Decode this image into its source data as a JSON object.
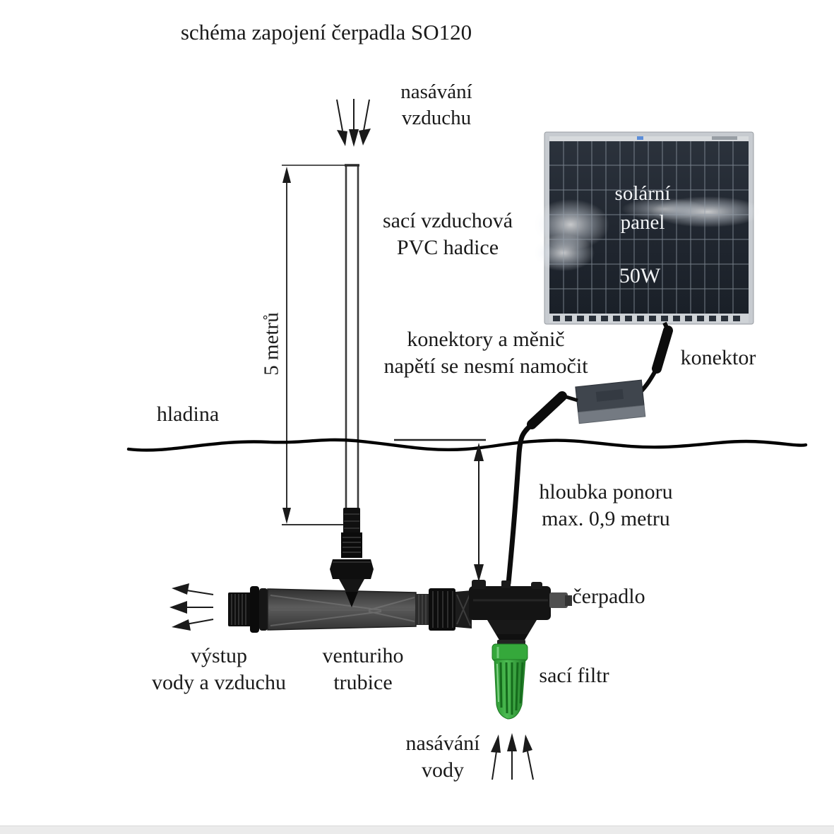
{
  "title": "schéma zapojení čerpadla SO120",
  "labels": {
    "air_intake": "nasávání\nvzduchu",
    "pvc_hose": "sací vzduchová\nPVC hadice",
    "five_meters": "5 metrů",
    "water_surface": "hladina",
    "connectors_note": "konektory a měnič\nnapětí se nesmí namočit",
    "connector": "konektor",
    "immersion_depth": "hloubka ponoru\nmax. 0,9 metru",
    "pump": "čerpadlo",
    "water_air_outlet": "výstup\nvody a vzduchu",
    "venturi_tube": "venturiho\ntrubice",
    "suction_filter": "sací filtr",
    "water_intake": "nasávání\nvody"
  },
  "solar_panel": {
    "name": "solární\npanel",
    "power": "50W"
  },
  "colors": {
    "text": "#1a1a1a",
    "water_line": "#000000",
    "cable": "#0c0c0c",
    "panel_frame": "#c7cbd0",
    "panel_cells": "#232a33",
    "panel_grid": "#97a1ac",
    "converter_box_top": "#3f454d",
    "converter_box_bottom": "#747a82",
    "tube_gray": "#4a4a4a",
    "fittings_black": "#0e0e0e",
    "filter_green": "#35a83b",
    "filter_green_dark": "#156b1c"
  }
}
